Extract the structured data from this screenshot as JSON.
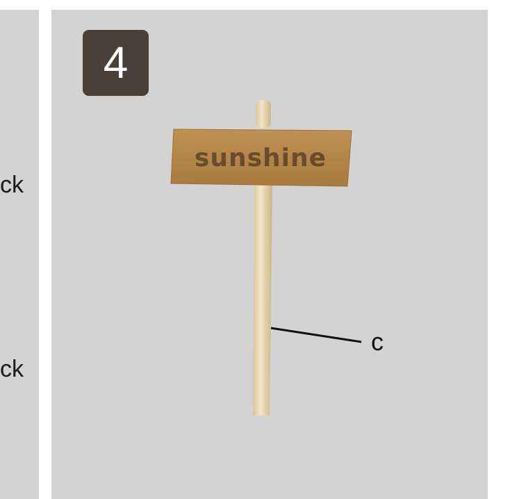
{
  "left_panel": {
    "text_1": "ck",
    "text_2": "ck"
  },
  "step": {
    "number": "4"
  },
  "sign": {
    "text": "sunshine"
  },
  "callout": {
    "label": "c"
  },
  "colors": {
    "panel_bg": "#d3d3d3",
    "badge_bg": "#4a403a",
    "sign_board": "#b5874a",
    "stick": "#ead9b3"
  }
}
